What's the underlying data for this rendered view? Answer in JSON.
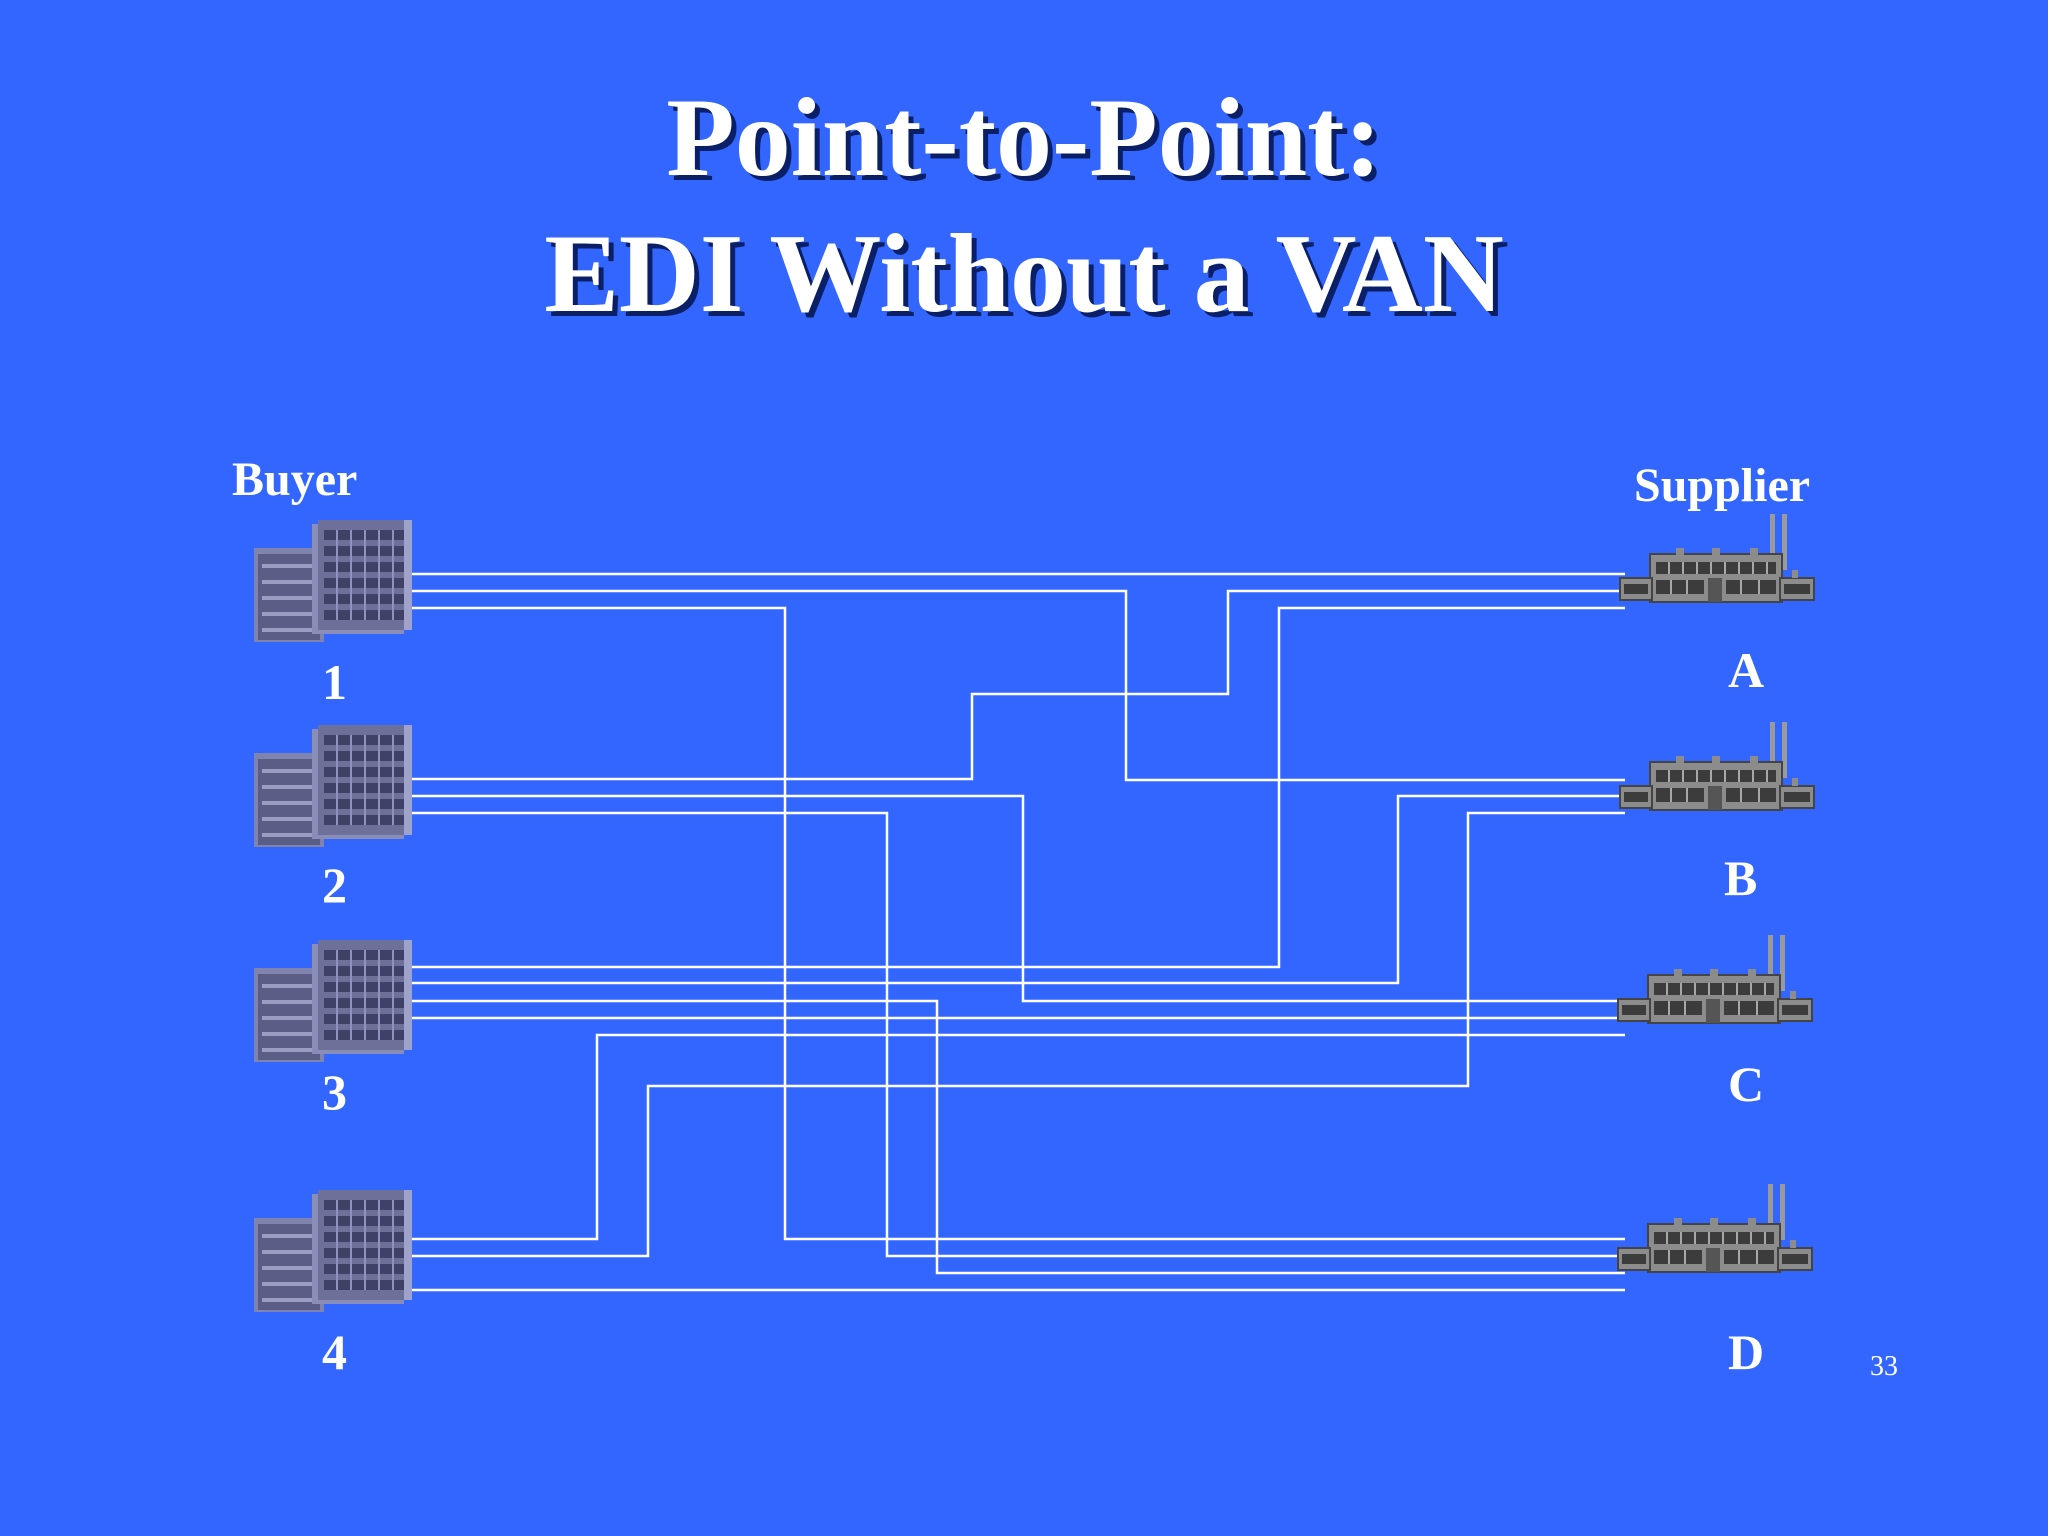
{
  "title": {
    "line1": "Point-to-Point:",
    "line2": "EDI Without a VAN"
  },
  "labels": {
    "buyer": "Buyer",
    "supplier": "Supplier"
  },
  "buyers": [
    "1",
    "2",
    "3",
    "4"
  ],
  "suppliers": [
    "A",
    "B",
    "C",
    "D"
  ],
  "connections": [
    {
      "from": "1",
      "to": "A"
    },
    {
      "from": "1",
      "to": "B"
    },
    {
      "from": "1",
      "to": "D"
    },
    {
      "from": "2",
      "to": "A"
    },
    {
      "from": "2",
      "to": "C"
    },
    {
      "from": "2",
      "to": "D"
    },
    {
      "from": "3",
      "to": "A"
    },
    {
      "from": "3",
      "to": "B"
    },
    {
      "from": "3",
      "to": "C"
    },
    {
      "from": "3",
      "to": "D"
    },
    {
      "from": "4",
      "to": "B"
    },
    {
      "from": "4",
      "to": "C"
    },
    {
      "from": "4",
      "to": "D"
    }
  ],
  "page_number": "33",
  "colors": {
    "background": "#3366ff",
    "line": "#ffffff",
    "building": "#6a6e9a",
    "factory": "#8a8a8a"
  }
}
